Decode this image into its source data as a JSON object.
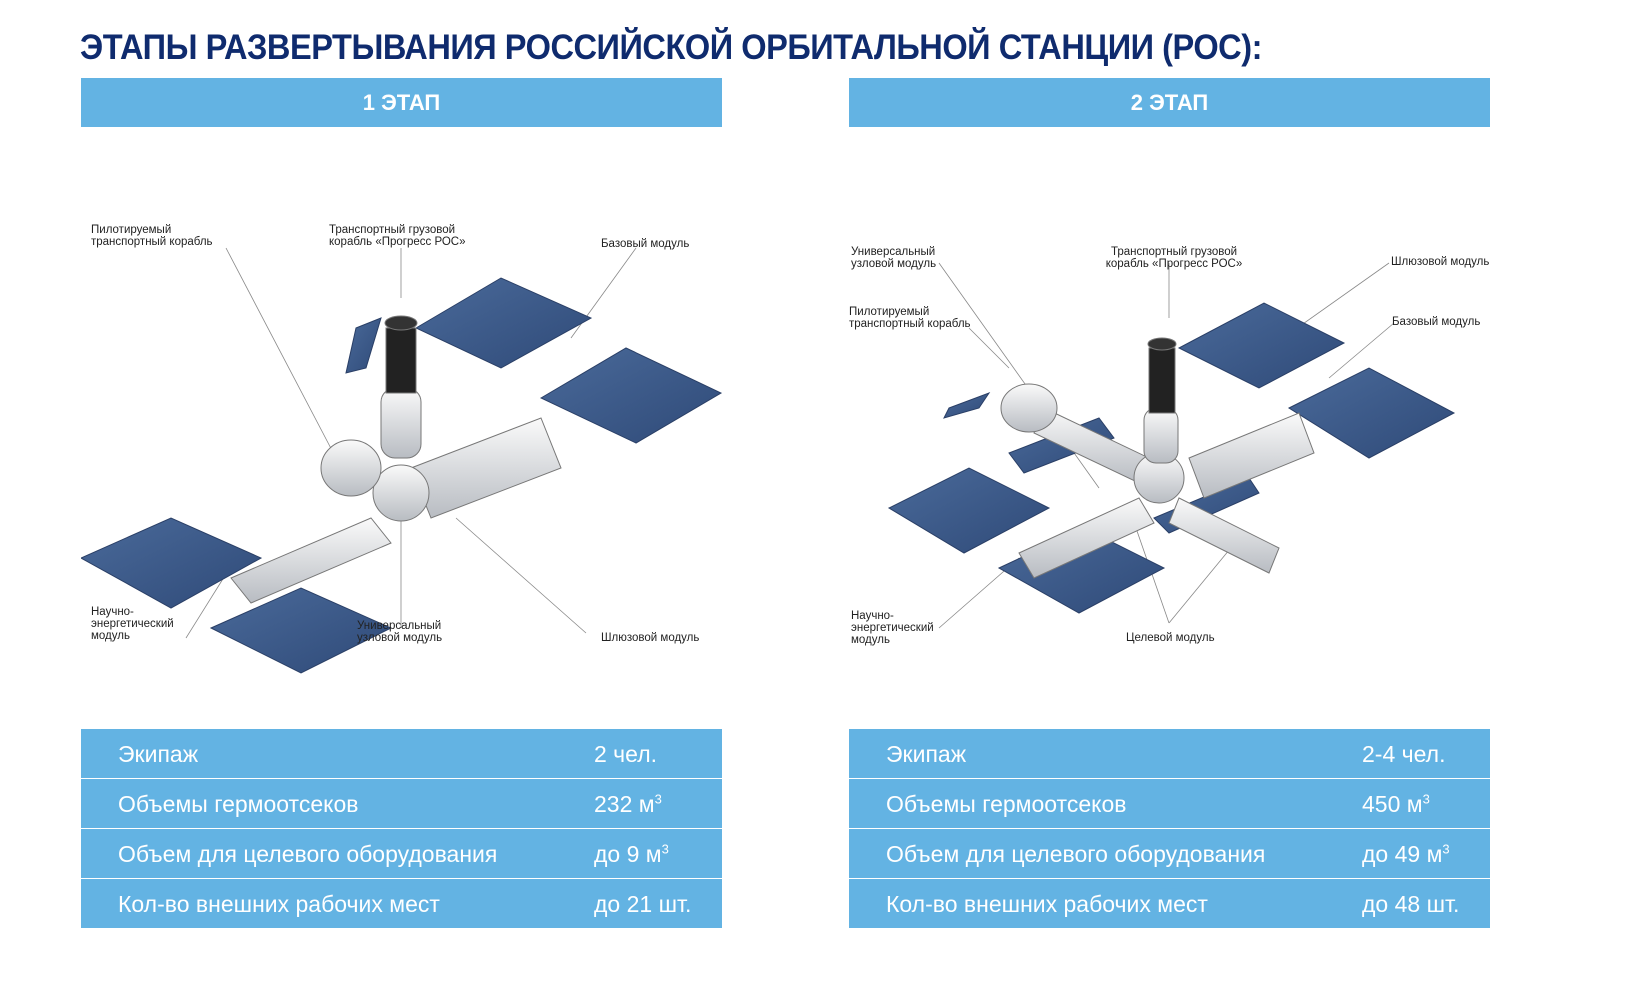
{
  "title": "ЭТАПЫ РАЗВЕРТЫВАНИЯ РОССИЙСКОЙ ОРБИТАЛЬНОЙ СТАНЦИИ (РОС):",
  "stages": [
    {
      "header": "1 ЭТАП",
      "labels": {
        "crew_ship": "Пилотируемый транспортный корабль",
        "progress": "Транспортный грузовой корабль «Прогресс РОС»",
        "base": "Базовый модуль",
        "nem": "Научно-энергетический модуль",
        "node": "Универсальный узловой модуль",
        "airlock": "Шлюзовой модуль"
      },
      "rows": [
        {
          "key": "Экипаж",
          "value": "2 чел.",
          "sup": ""
        },
        {
          "key": "Объемы гермоотсеков",
          "value": "232 м",
          "sup": "3"
        },
        {
          "key": "Объем для целевого оборудования",
          "value": "до 9 м",
          "sup": "3"
        },
        {
          "key": "Кол-во внешних рабочих мест",
          "value": "до 21 шт.",
          "sup": ""
        }
      ]
    },
    {
      "header": "2 ЭТАП",
      "labels": {
        "node": "Универсальный узловой модуль",
        "progress": "Транспортный грузовой корабль «Прогресс РОС»",
        "airlock": "Шлюзовой модуль",
        "crew_ship": "Пилотируемый транспортный корабль",
        "base": "Базовый модуль",
        "nem": "Научно-энергетический модуль",
        "target": "Целевой модуль"
      },
      "rows": [
        {
          "key": "Экипаж",
          "value": "2-4 чел.",
          "sup": ""
        },
        {
          "key": "Объемы гермоотсеков",
          "value": "450 м",
          "sup": "3"
        },
        {
          "key": "Объем для целевого оборудования",
          "value": "до 49 м",
          "sup": "3"
        },
        {
          "key": "Кол-во внешних рабочих мест",
          "value": "до 48 шт.",
          "sup": ""
        }
      ]
    }
  ],
  "colors": {
    "title": "#0f2b6e",
    "bar": "#63b3e3",
    "panel": "#3c5a8c"
  }
}
